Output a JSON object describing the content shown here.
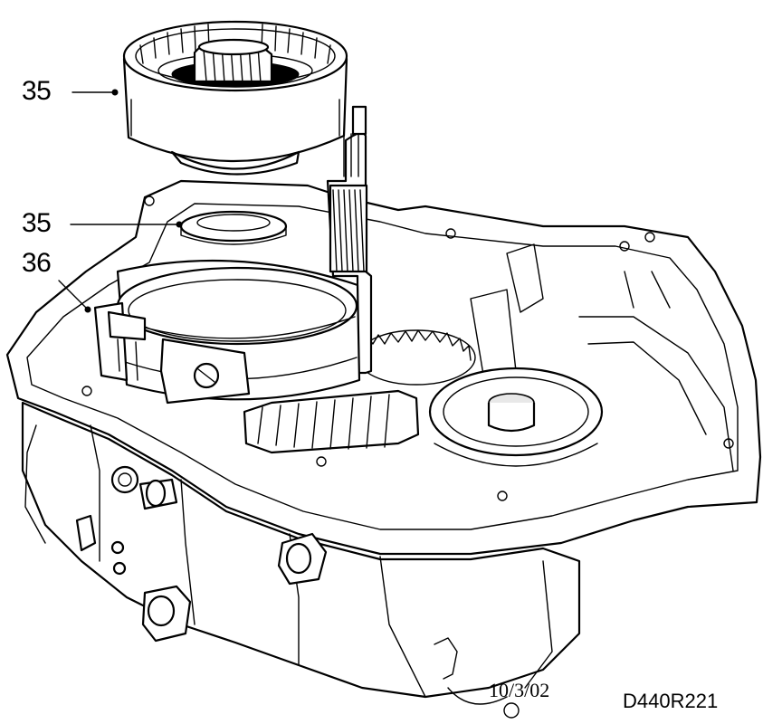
{
  "figure": {
    "callouts": [
      {
        "label": "35"
      },
      {
        "label": "35"
      },
      {
        "label": "36"
      }
    ],
    "date_stamp": "10/3/02",
    "reference_code": "D440R221"
  },
  "icons": [
    "drum-icon",
    "bearing-ring-icon",
    "brake-band-icon",
    "gearbox-housing-icon",
    "shaft-icon"
  ]
}
